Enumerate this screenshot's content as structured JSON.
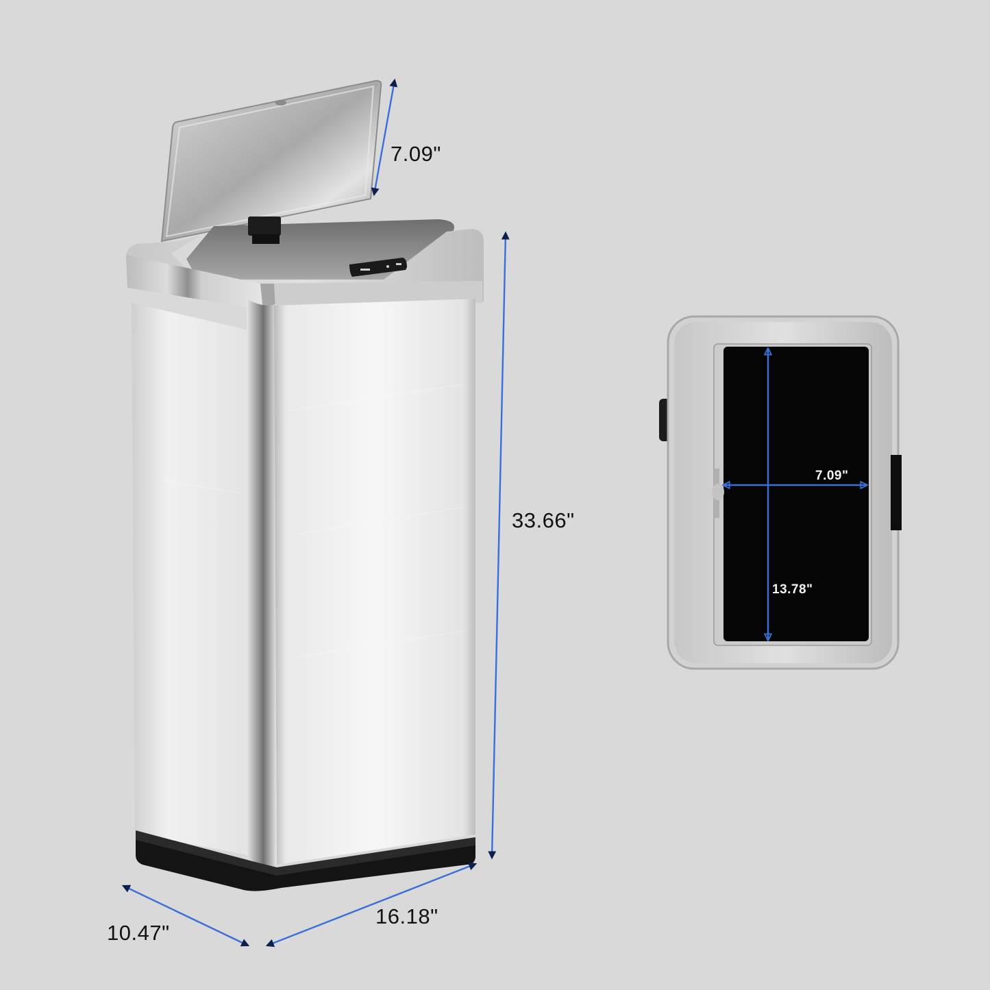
{
  "image": {
    "background_color": "#d9d9d9",
    "subject": "Stainless steel rectangular sensor trash can with open lid",
    "accent_color": "#3a6fd8",
    "arrowhead_color": "#0d1f4d"
  },
  "main_view": {
    "dimensions": {
      "lid_height": "7.09\"",
      "total_height": "33.66\"",
      "depth": "10.47\"",
      "width": "16.18\""
    },
    "sensor_panel": {
      "present": true,
      "color": "#1a1a1a"
    }
  },
  "top_view": {
    "opening_width": "7.09\"",
    "opening_length": "13.78\""
  }
}
